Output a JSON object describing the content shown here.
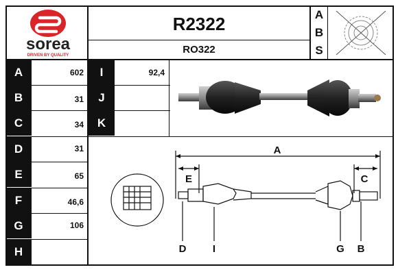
{
  "brand": {
    "logo_text": "sorea",
    "tagline": "DRIVEN BY QUALITY",
    "color": "#d9252a"
  },
  "header": {
    "part_number": "R2322",
    "reference": "RO322",
    "abs_letters": [
      "A",
      "B",
      "S"
    ]
  },
  "specs_left": [
    {
      "key": "A",
      "value": "602"
    },
    {
      "key": "B",
      "value": "31"
    },
    {
      "key": "C",
      "value": "34"
    },
    {
      "key": "D",
      "value": "31"
    },
    {
      "key": "E",
      "value": "65"
    },
    {
      "key": "F",
      "value": "46,6"
    },
    {
      "key": "G",
      "value": "106"
    },
    {
      "key": "H",
      "value": ""
    }
  ],
  "specs_right": [
    {
      "key": "I",
      "value": "92,4"
    },
    {
      "key": "J",
      "value": ""
    },
    {
      "key": "K",
      "value": ""
    }
  ],
  "diagram_labels": {
    "A": "A",
    "E": "E",
    "C": "C",
    "D": "D",
    "I": "I",
    "G": "G",
    "B": "B"
  },
  "icons": [
    "sorea-logo-icon",
    "abs-sensor-crossed-icon",
    "drive-shaft-photo",
    "spline-end-view-icon",
    "drive-shaft-dimension-diagram"
  ]
}
